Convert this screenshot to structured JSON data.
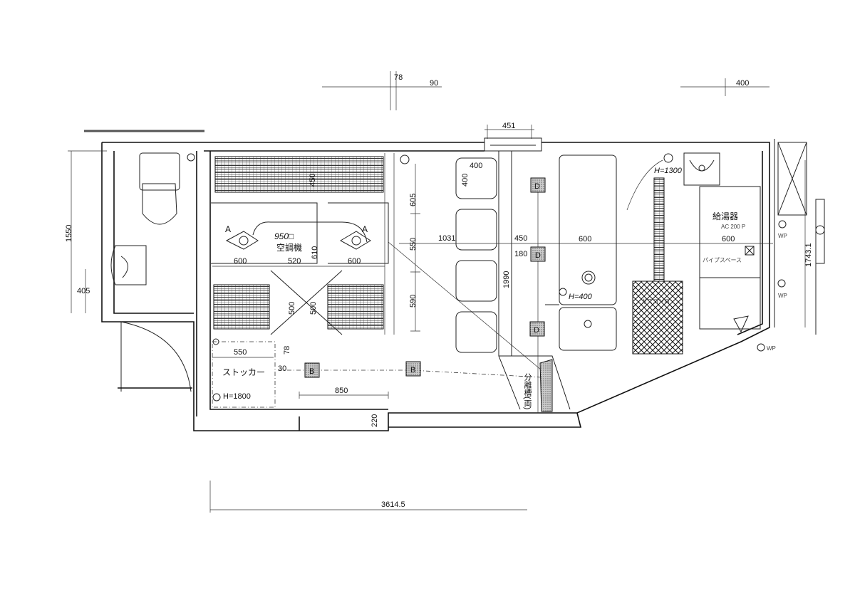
{
  "dimensions": {
    "top_78": "78",
    "top_90": "90",
    "top_400": "400",
    "door_451": "451",
    "left_1550": "1550",
    "left_405": "405",
    "hood_450": "450",
    "a_610": "610",
    "a_600_left": "600",
    "a_520": "520",
    "a_600_right": "600",
    "v_500_a": "500",
    "v_500_b": "500",
    "r_605": "605",
    "r_550": "550",
    "r_590": "590",
    "w_1031": "1031",
    "w_450": "450",
    "w_1990": "1990",
    "w_180": "180",
    "w_600": "600",
    "w_600_right": "600",
    "sink_400_h": "400",
    "sink_400_v": "400",
    "stocker_550": "550",
    "stocker_30": "30",
    "stocker_78": "78",
    "bottom_850": "850",
    "bottom_220": "220",
    "total_width": "3614.5",
    "right_1743": "1743.1"
  },
  "labels": {
    "air_cond": "空調機",
    "air_cond_size": "950□",
    "mark_a_left": "A",
    "mark_a_right": "A",
    "stocker": "ストッカー",
    "stocker_height": "H=1800",
    "box_b_1": "B",
    "box_b_2": "B",
    "drain_d_1": "D",
    "drain_d_2": "D",
    "drain_d_3": "D",
    "separator": "分離槽(両)",
    "outlet_h400": "H=400",
    "outlet_h1300": "H=1300",
    "hot_water": "給湯器",
    "hot_water_model": "AC 200 P",
    "wp_1": "WP",
    "wp_2": "WP",
    "wp_3": "WP",
    "small_note": "パイプスペース",
    "hatch_label": "ガスコンロ"
  }
}
